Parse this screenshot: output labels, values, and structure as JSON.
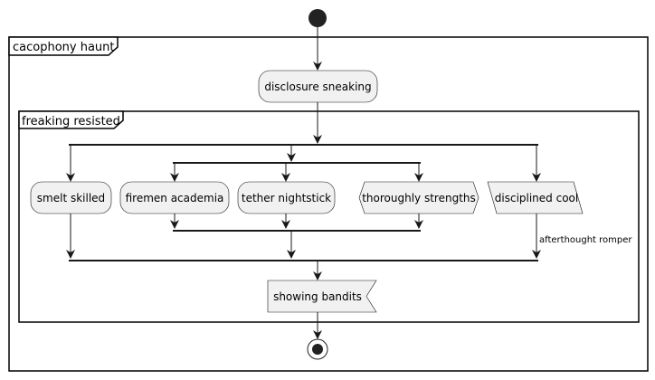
{
  "diagram": {
    "type": "activity",
    "partitions": {
      "outer": "cacophony haunt",
      "inner": "freaking resisted"
    },
    "nodes": {
      "disclosure": "disclosure sneaking",
      "smelt": "smelt skilled",
      "firemen": "firemen academia",
      "tether": "tether nightstick",
      "thoroughly": "thoroughly strengths",
      "disciplined": "disciplined cool",
      "showing": "showing bandits"
    },
    "edge_labels": {
      "disciplined_out": "afterthought romper"
    }
  }
}
